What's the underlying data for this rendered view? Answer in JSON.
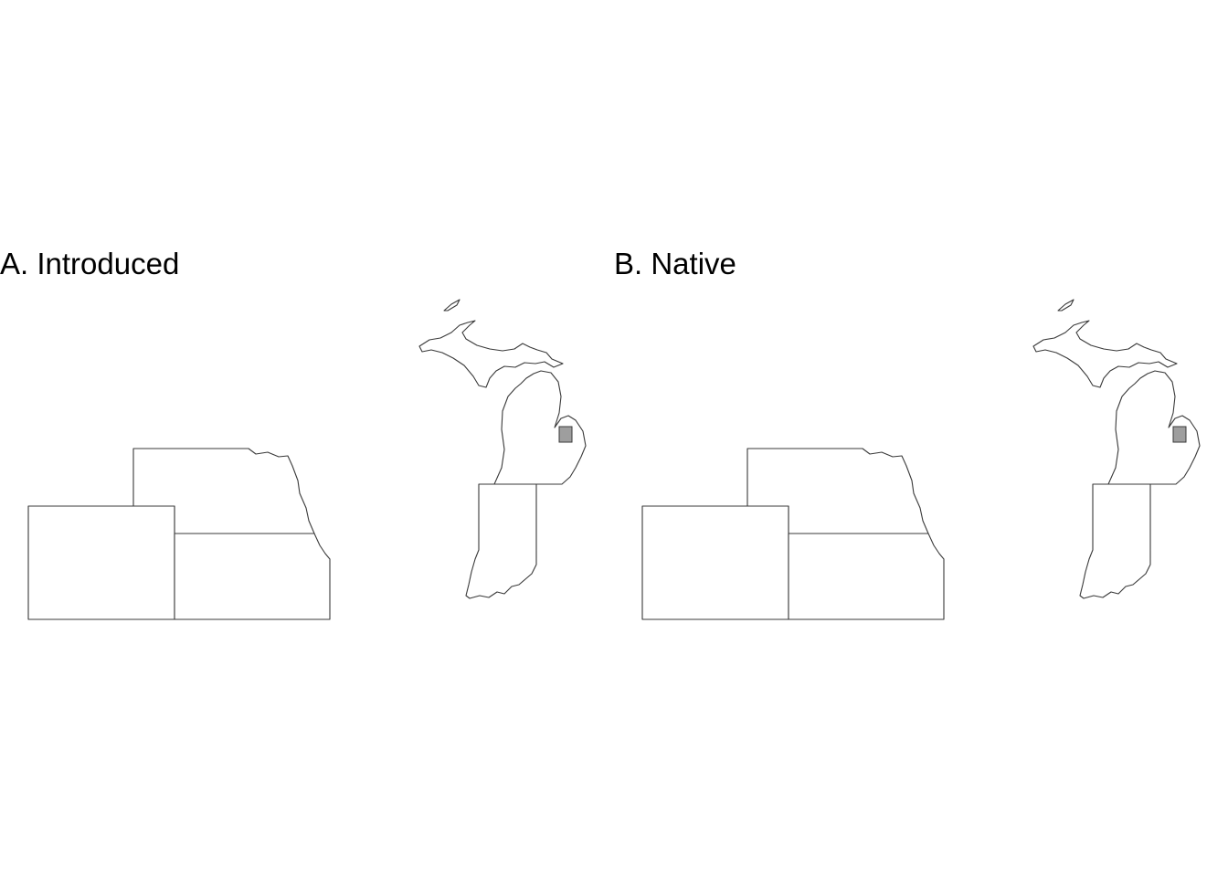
{
  "figure": {
    "panels": [
      {
        "id": "A",
        "title": "A. Introduced",
        "state_fill": "#ffffff",
        "county_fill": "#9e9e9e"
      },
      {
        "id": "B",
        "title": "B. Native",
        "state_fill": "#ffffff",
        "county_fill": "#9e9e9e"
      }
    ],
    "colors": {
      "outline": "#3a3a3a",
      "background": "#ffffff"
    }
  }
}
